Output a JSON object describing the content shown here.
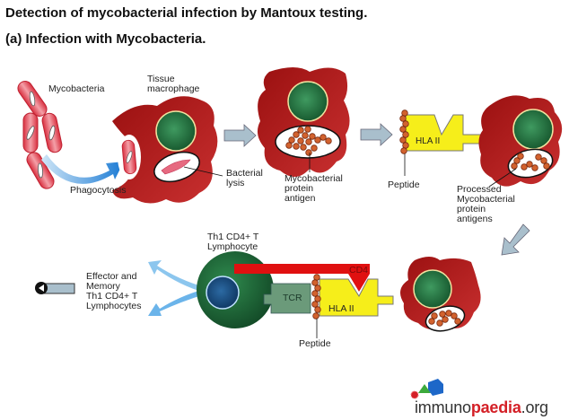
{
  "title": "Detection of mycobacterial infection by Mantoux testing.",
  "subtitle": "(a) Infection with Mycobacteria.",
  "labels": {
    "mycobacteria": "Mycobacteria",
    "tissue_macrophage": "Tissue\nmacrophage",
    "phagocytosis": "Phagocytosis",
    "bacterial_lysis": "Bacterial\nlysis",
    "mycobacterial_protein_antigen": "Mycobacterial\nprotein\nantigen",
    "peptide_top": "Peptide",
    "hla_top": "HLA II",
    "processed_antigens": "Processed\nMycobacterial\nprotein\nantigens",
    "th1_lymphocyte": "Th1 CD4+ T\nLymphocyte",
    "cd4": "CD4",
    "tcr": "TCR",
    "hla_bottom": "HLA II",
    "peptide_bottom": "Peptide",
    "effector_memory": "Effector and\nMemory\nTh1 CD4+ T\nLymphocytes"
  },
  "logo": {
    "prefix": "immuno",
    "brand": "paedia",
    "suffix": ".org"
  },
  "colors": {
    "cell_red": "#b81c1c",
    "nucleus_green": "#1f6b3a",
    "lymph_nucleus": "#123f6e",
    "hla_yellow": "#f6ee1a",
    "tcr_green": "#6b9a7a",
    "cd4_red": "#e01010",
    "arrow_grey": "#a9bfcc",
    "arrow_blue": "#3a8fd8",
    "bead": "#d2622e"
  }
}
